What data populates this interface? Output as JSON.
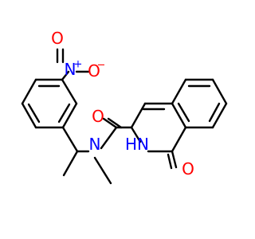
{
  "molecule": {
    "atoms": {
      "nitro_o_top": {
        "text": "O",
        "color": "#ff0000"
      },
      "nitro_n": {
        "text": "N",
        "color": "#0000ff"
      },
      "nitro_n_charge": {
        "text": "+",
        "color": "#0000ff"
      },
      "nitro_o_right": {
        "text": "O",
        "color": "#ff0000"
      },
      "nitro_o_right_charge": {
        "text": "−",
        "color": "#ff0000"
      },
      "amide_n": {
        "text": "N",
        "color": "#0000ff"
      },
      "carbonyl_o_amide": {
        "text": "O",
        "color": "#ff0000"
      },
      "ring_nh": {
        "text": "HN",
        "color": "#0000ff"
      },
      "carbonyl_o_ring": {
        "text": "O",
        "color": "#ff0000"
      }
    }
  }
}
